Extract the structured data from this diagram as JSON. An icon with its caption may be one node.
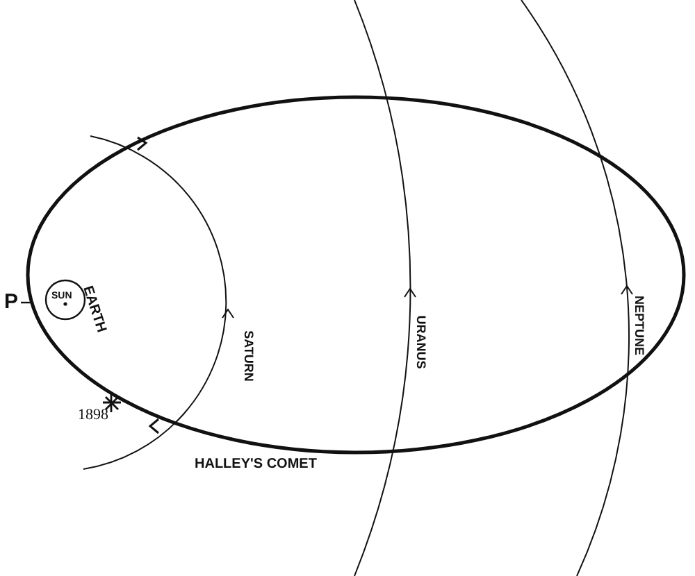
{
  "diagram": {
    "labels": [
      "P",
      "SUN",
      "EARTH",
      "SATURN",
      "URANUS",
      "NEPTUNE",
      "1898",
      "HALLEY'S COMET"
    ]
  }
}
